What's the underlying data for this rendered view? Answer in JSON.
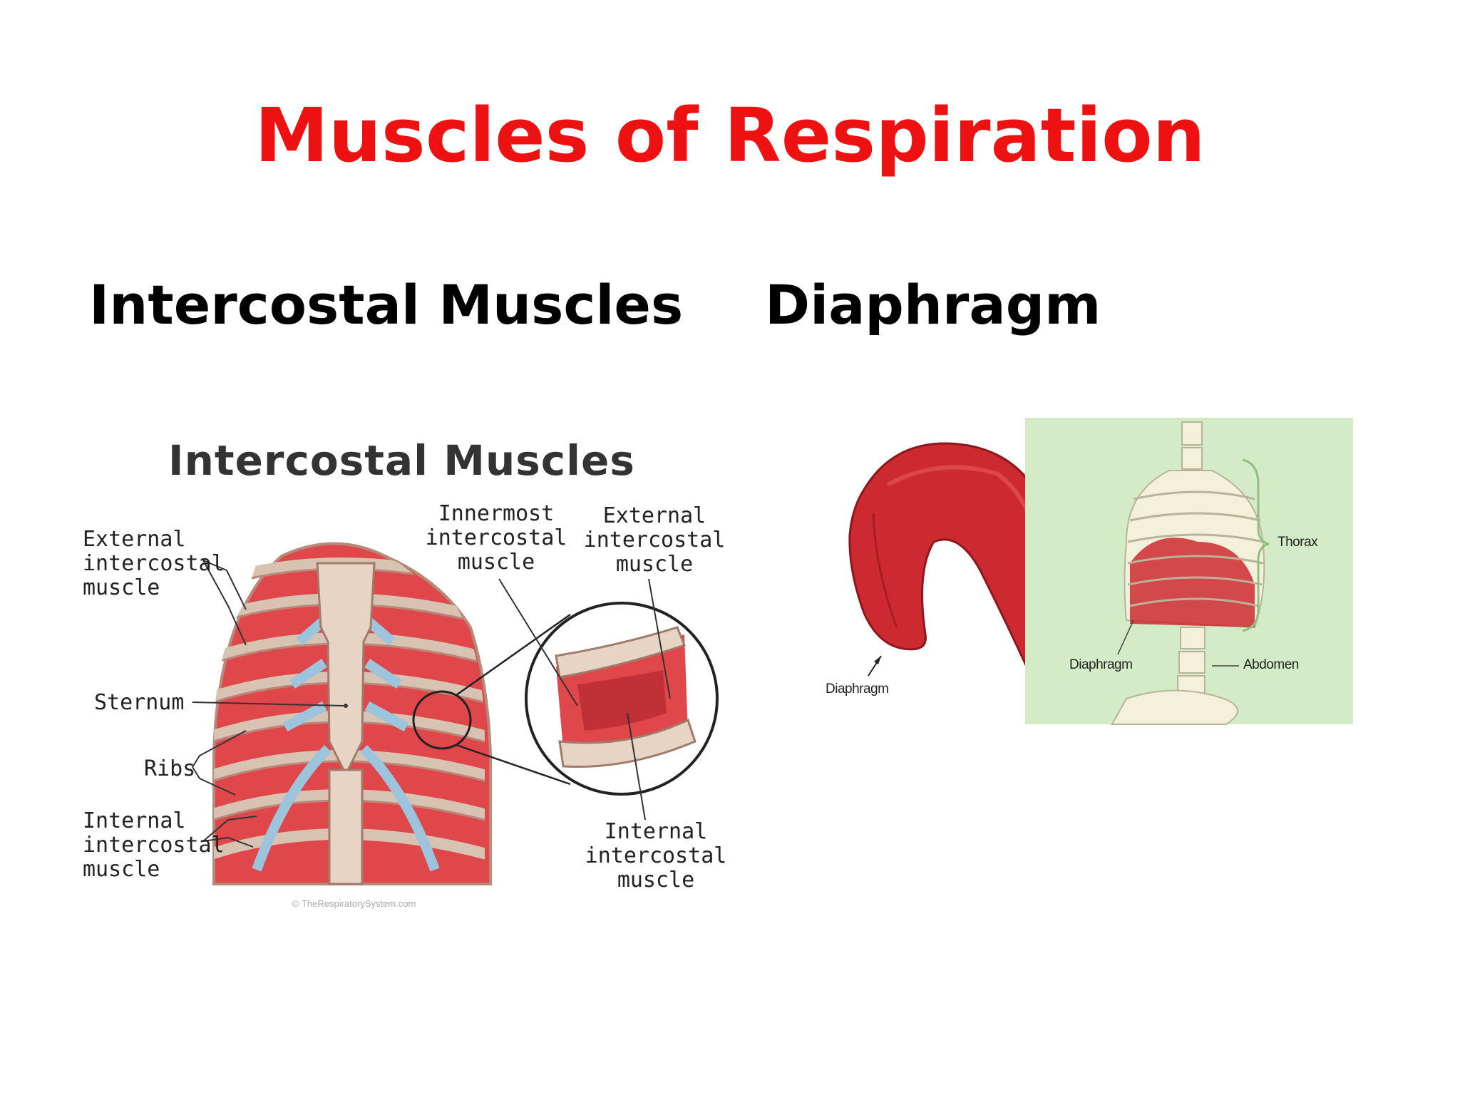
{
  "slide": {
    "title": "Muscles of Respiration",
    "title_color": "#ee1111",
    "left_heading": "Intercostal Muscles",
    "right_heading": "Diaphragm"
  },
  "intercostal_figure": {
    "title": "Intercostal Muscles",
    "labels": {
      "external_left": [
        "External",
        "intercostal",
        "muscle"
      ],
      "sternum": "Sternum",
      "ribs": "Ribs",
      "internal_left": [
        "Internal",
        "intercostal",
        "muscle"
      ],
      "innermost": [
        "Innermost",
        "intercostal",
        "muscle"
      ],
      "external_right": [
        "External",
        "intercostal",
        "muscle"
      ],
      "internal_right": [
        "Internal",
        "intercostal",
        "muscle"
      ]
    },
    "credit": "© TheRespiratorySystem.com",
    "colors": {
      "muscle": "#e0474a",
      "bone": "#e8d4c4",
      "cartilage": "#9cc4dc"
    }
  },
  "diaphragm_figure": {
    "labels": {
      "diaphragm_left": "Diaphragm",
      "thorax": "Thorax",
      "diaphragm_right": "Diaphragm",
      "abdomen": "Abdomen"
    },
    "colors": {
      "panel": "#d4ebc8",
      "muscle": "#cc2a30",
      "bone": "#f4f0dc"
    }
  }
}
